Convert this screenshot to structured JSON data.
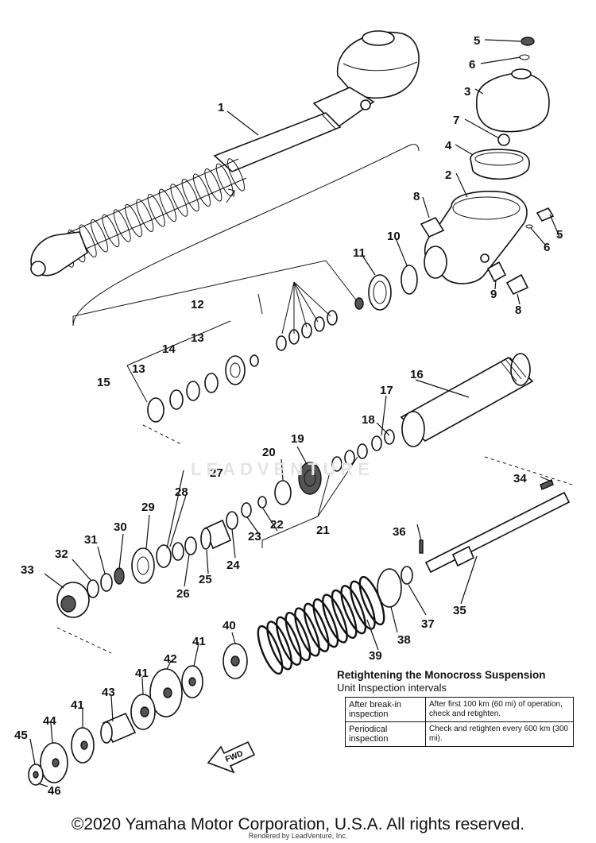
{
  "diagram": {
    "callouts": [
      "1",
      "2",
      "3",
      "4",
      "5",
      "5",
      "6",
      "6",
      "7",
      "8",
      "8",
      "9",
      "10",
      "11",
      "12",
      "13",
      "13",
      "14",
      "15",
      "16",
      "17",
      "18",
      "19",
      "20",
      "21",
      "22",
      "23",
      "24",
      "25",
      "26",
      "27",
      "28",
      "29",
      "30",
      "31",
      "32",
      "33",
      "34",
      "35",
      "36",
      "37",
      "38",
      "39",
      "40",
      "41",
      "41",
      "41",
      "42",
      "43",
      "44",
      "45",
      "46"
    ],
    "fwd_label": "FWD",
    "watermark": "LEADVENTURE"
  },
  "inspection": {
    "title": "Retightening the Monocross Suspension",
    "subtitle": "Unit  Inspection intervals",
    "rows": [
      {
        "label": "After break-in inspection",
        "text": "After first 100 km (60 mi) of operation, check and retighten."
      },
      {
        "label": "Periodical inspection",
        "text": "Check and retighten every 600 km (300 mi)."
      }
    ]
  },
  "footer": {
    "copyright": "©2020 Yamaha Motor Corporation, U.S.A. All rights reserved.",
    "render_credit": "Rendered by LeadVenture, Inc."
  }
}
